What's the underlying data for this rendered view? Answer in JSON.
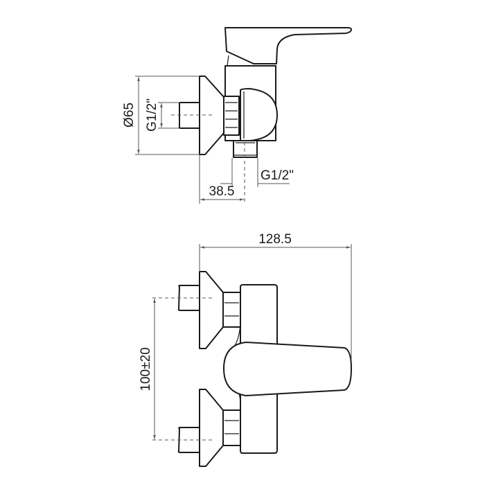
{
  "side_view": {
    "dimensions": {
      "flange_diameter": "Ø65",
      "inlet_thread": "G1/2\"",
      "outlet_thread": "G1/2\"",
      "projection": "38.5"
    }
  },
  "front_view": {
    "dimensions": {
      "overall_width": "128.5",
      "inlet_spacing": "100±20"
    }
  },
  "colors": {
    "line": "#1a1a1a",
    "dimension": "#555555",
    "background": "#ffffff"
  }
}
